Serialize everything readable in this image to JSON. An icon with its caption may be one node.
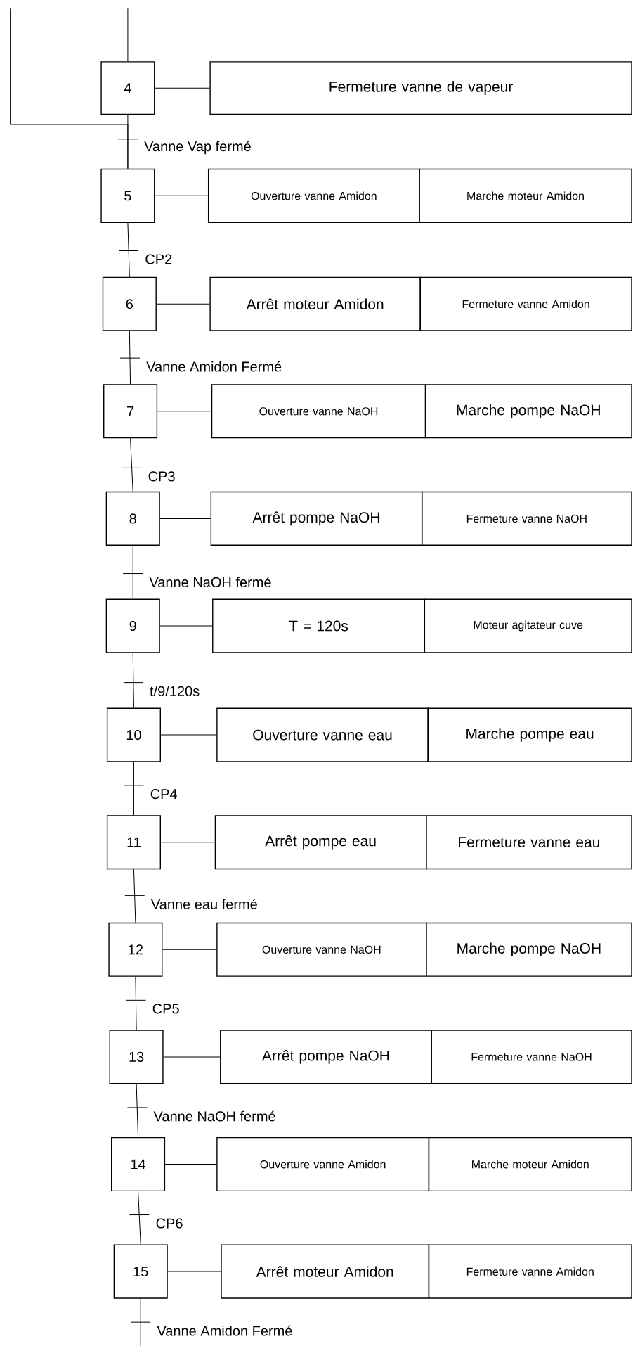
{
  "diagram": {
    "nodes": [
      {
        "text": [
          "4"
        ]
      },
      {
        "text": [
          "Fermeture vanne de vapeur"
        ]
      },
      {
        "text": [
          "5"
        ]
      },
      {
        "text": [
          "Ouverture vanne Amidon"
        ]
      },
      {
        "text": [
          "Marche moteur Amidon"
        ]
      },
      {
        "text": [
          "6"
        ]
      },
      {
        "text": [
          "Arrêt moteur Amidon"
        ]
      },
      {
        "text": [
          "Fermeture vanne Amidon"
        ]
      },
      {
        "text": [
          "7"
        ]
      },
      {
        "text": [
          "Ouverture vanne NaOH"
        ]
      },
      {
        "text": [
          "Marche pompe NaOH"
        ]
      },
      {
        "text": [
          "8"
        ]
      },
      {
        "text": [
          "Arrêt pompe NaOH"
        ]
      },
      {
        "text": [
          "Fermeture vanne NaOH"
        ]
      },
      {
        "text": [
          "9"
        ]
      },
      {
        "text": [
          "T = 120s"
        ]
      },
      {
        "text": [
          "Moteur agitateur cuve"
        ]
      },
      {
        "text": [
          "10"
        ]
      },
      {
        "text": [
          "Ouverture vanne eau"
        ]
      },
      {
        "text": [
          "Marche pompe eau"
        ]
      },
      {
        "text": [
          "11"
        ]
      },
      {
        "text": [
          "Arrêt pompe eau"
        ]
      },
      {
        "text": [
          "Fermeture vanne eau"
        ]
      },
      {
        "text": [
          "12"
        ]
      },
      {
        "text": [
          "Ouverture vanne NaOH"
        ]
      },
      {
        "text": [
          "Marche pompe NaOH"
        ]
      },
      {
        "text": [
          "13"
        ]
      },
      {
        "text": [
          "Arrêt pompe NaOH"
        ]
      },
      {
        "text": [
          "Fermeture vanne NaOH"
        ]
      },
      {
        "text": [
          "14"
        ]
      },
      {
        "text": [
          "Ouverture vanne Amidon"
        ]
      },
      {
        "text": [
          "Marche moteur Amidon"
        ]
      },
      {
        "text": [
          "15"
        ]
      },
      {
        "text": [
          "Arrêt moteur Amidon"
        ]
      },
      {
        "text": [
          "Fermeture vanne Amidon"
        ]
      }
    ],
    "edges": [
      {
        "from": null,
        "to": 0,
        "arrow": "none"
      },
      {
        "from": null,
        "to": 2,
        "arrow": "none"
      },
      {
        "from": 0,
        "to": 1,
        "arrow": "none"
      },
      {
        "from": 0,
        "to": 2,
        "arrow": "none",
        "label": "Vanne Vap fermé"
      },
      {
        "from": 2,
        "to": 3,
        "arrow": "none"
      },
      {
        "from": 2,
        "to": 5,
        "arrow": "none",
        "label": "CP2"
      },
      {
        "from": 5,
        "to": 6,
        "arrow": "none"
      },
      {
        "from": 5,
        "to": 8,
        "arrow": "none",
        "label": "Vanne Amidon Fermé"
      },
      {
        "from": 8,
        "to": 9,
        "arrow": "none"
      },
      {
        "from": 8,
        "to": 11,
        "arrow": "none",
        "label": "CP3"
      },
      {
        "from": 11,
        "to": 12,
        "arrow": "none"
      },
      {
        "from": 11,
        "to": 14,
        "arrow": "none",
        "label": "Vanne NaOH fermé"
      },
      {
        "from": 14,
        "to": 15,
        "arrow": "none"
      },
      {
        "from": 14,
        "to": 17,
        "arrow": "none",
        "label": "t/9/120s"
      },
      {
        "from": 17,
        "to": 18,
        "arrow": "none"
      },
      {
        "from": 17,
        "to": 20,
        "arrow": "none",
        "label": "CP4"
      },
      {
        "from": 20,
        "to": 21,
        "arrow": "none"
      },
      {
        "from": 20,
        "to": 23,
        "arrow": "none",
        "label": "Vanne eau fermé"
      },
      {
        "from": 23,
        "to": 24,
        "arrow": "none"
      },
      {
        "from": 23,
        "to": 26,
        "arrow": "none",
        "label": "CP5"
      },
      {
        "from": 26,
        "to": 27,
        "arrow": "none"
      },
      {
        "from": 26,
        "to": 29,
        "arrow": "none",
        "label": "Vanne NaOH fermé"
      },
      {
        "from": 29,
        "to": 30,
        "arrow": "none"
      },
      {
        "from": 29,
        "to": 32,
        "arrow": "none",
        "label": "CP6"
      },
      {
        "from": 32,
        "to": 33,
        "arrow": "none"
      },
      {
        "from": 32,
        "to": null,
        "arrow": "none",
        "label": "Vanne Amidon Fermé"
      }
    ]
  }
}
